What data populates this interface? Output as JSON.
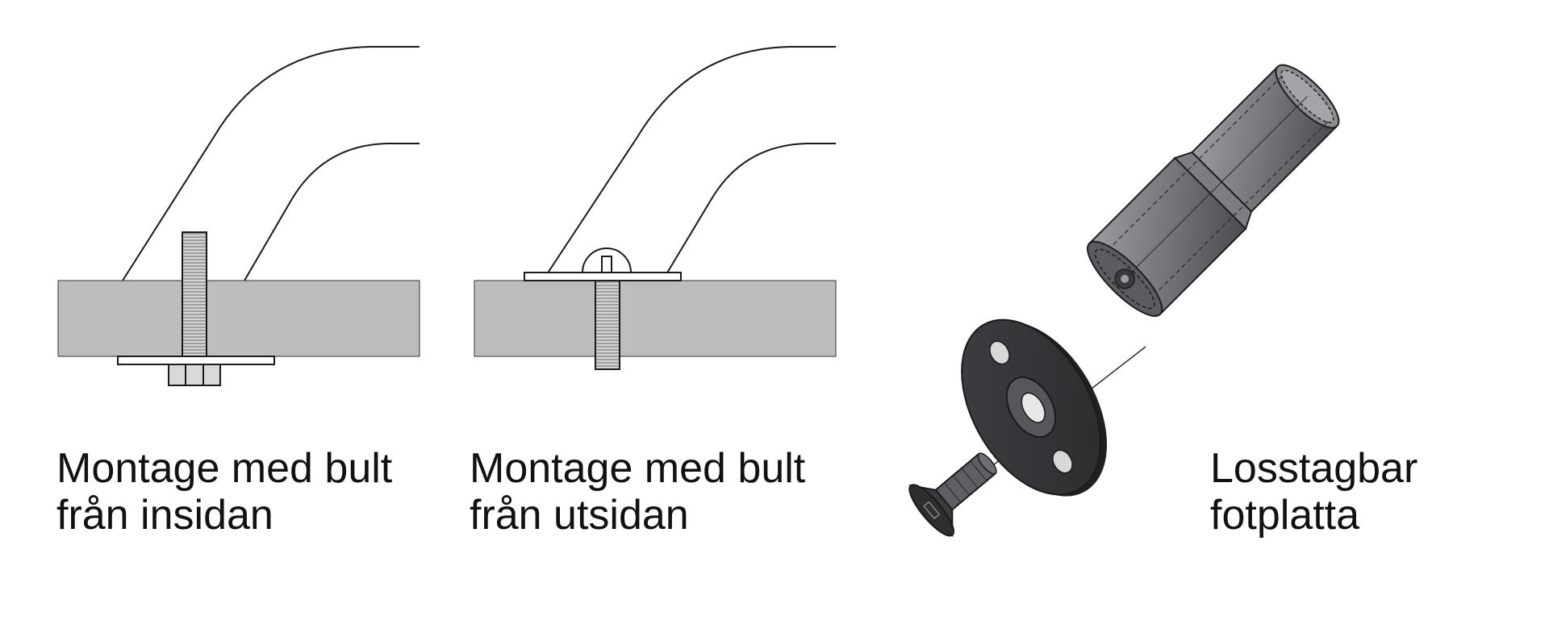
{
  "panels": [
    {
      "id": "inside",
      "caption_lines": [
        "Montage med bult",
        "från insidan"
      ]
    },
    {
      "id": "outside",
      "caption_lines": [
        "Montage med bult",
        "från utsidan"
      ]
    },
    {
      "id": "detachable",
      "caption_lines": [
        "Losstagbar",
        "fotplatta"
      ]
    }
  ],
  "colors": {
    "line": "#1a1a1a",
    "plate": "#bcbdbf",
    "thread": "#c9c9c9",
    "metal_dark": "#3a3b3d",
    "metal_mid": "#6d6f72",
    "metal_light": "#8e9093"
  }
}
